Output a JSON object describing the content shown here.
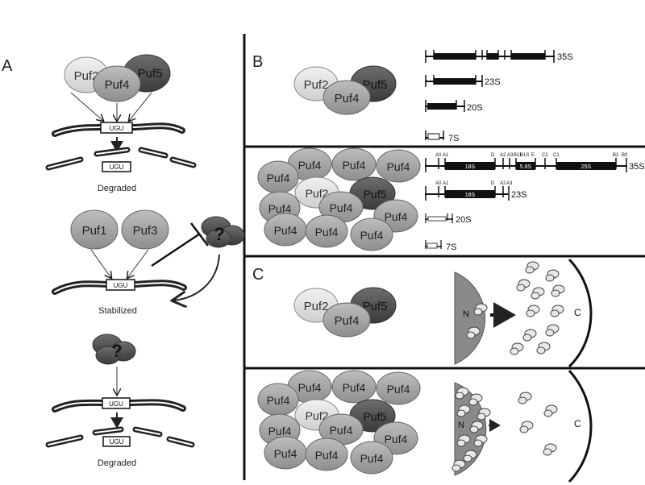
{
  "panels": {
    "A": {
      "label": "A",
      "top": {
        "proteins": [
          "Puf2",
          "Puf5",
          "Puf4"
        ],
        "motif": "UGU",
        "outcome": "Degraded"
      },
      "middle": {
        "proteins": [
          "Puf1",
          "Puf3"
        ],
        "unknown": "?",
        "motif": "UGU",
        "outcome": "Stabilized"
      },
      "bottom": {
        "unknown": "?",
        "motif": "UGU",
        "outcome": "Degraded"
      }
    },
    "B": {
      "label": "B",
      "normal": {
        "proteins": [
          "Puf2",
          "Puf4",
          "Puf5"
        ]
      },
      "excess": {
        "proteins": [
          "Puf4",
          "Puf4",
          "Puf4",
          "Puf4",
          "Puf2",
          "Puf5",
          "Puf4",
          "Puf4",
          "Puf4",
          "Puf4",
          "Puf4",
          "Puf4"
        ]
      },
      "species": [
        "35S",
        "23S",
        "20S",
        "7S"
      ],
      "regions": {
        "r18": "18S",
        "r58": "5.8S",
        "r25": "25S"
      },
      "sites_35S": [
        "A0",
        "A1",
        "D",
        "A2",
        "A3",
        "B1L",
        "B1S",
        "E",
        "C2",
        "C1",
        "B2",
        "B0"
      ],
      "sites_23S": [
        "A0",
        "A1",
        "D",
        "A2",
        "A3"
      ]
    },
    "C": {
      "label": "C",
      "normal": {
        "proteins": [
          "Puf2",
          "Puf4",
          "Puf5"
        ],
        "nucleus": "N",
        "cytoplasm": "C"
      },
      "excess": {
        "proteins": [
          "Puf4",
          "Puf4",
          "Puf4",
          "Puf4",
          "Puf2",
          "Puf5",
          "Puf4",
          "Puf4",
          "Puf4",
          "Puf4",
          "Puf4",
          "Puf4"
        ],
        "nucleus": "N",
        "cytoplasm": "C"
      }
    }
  }
}
